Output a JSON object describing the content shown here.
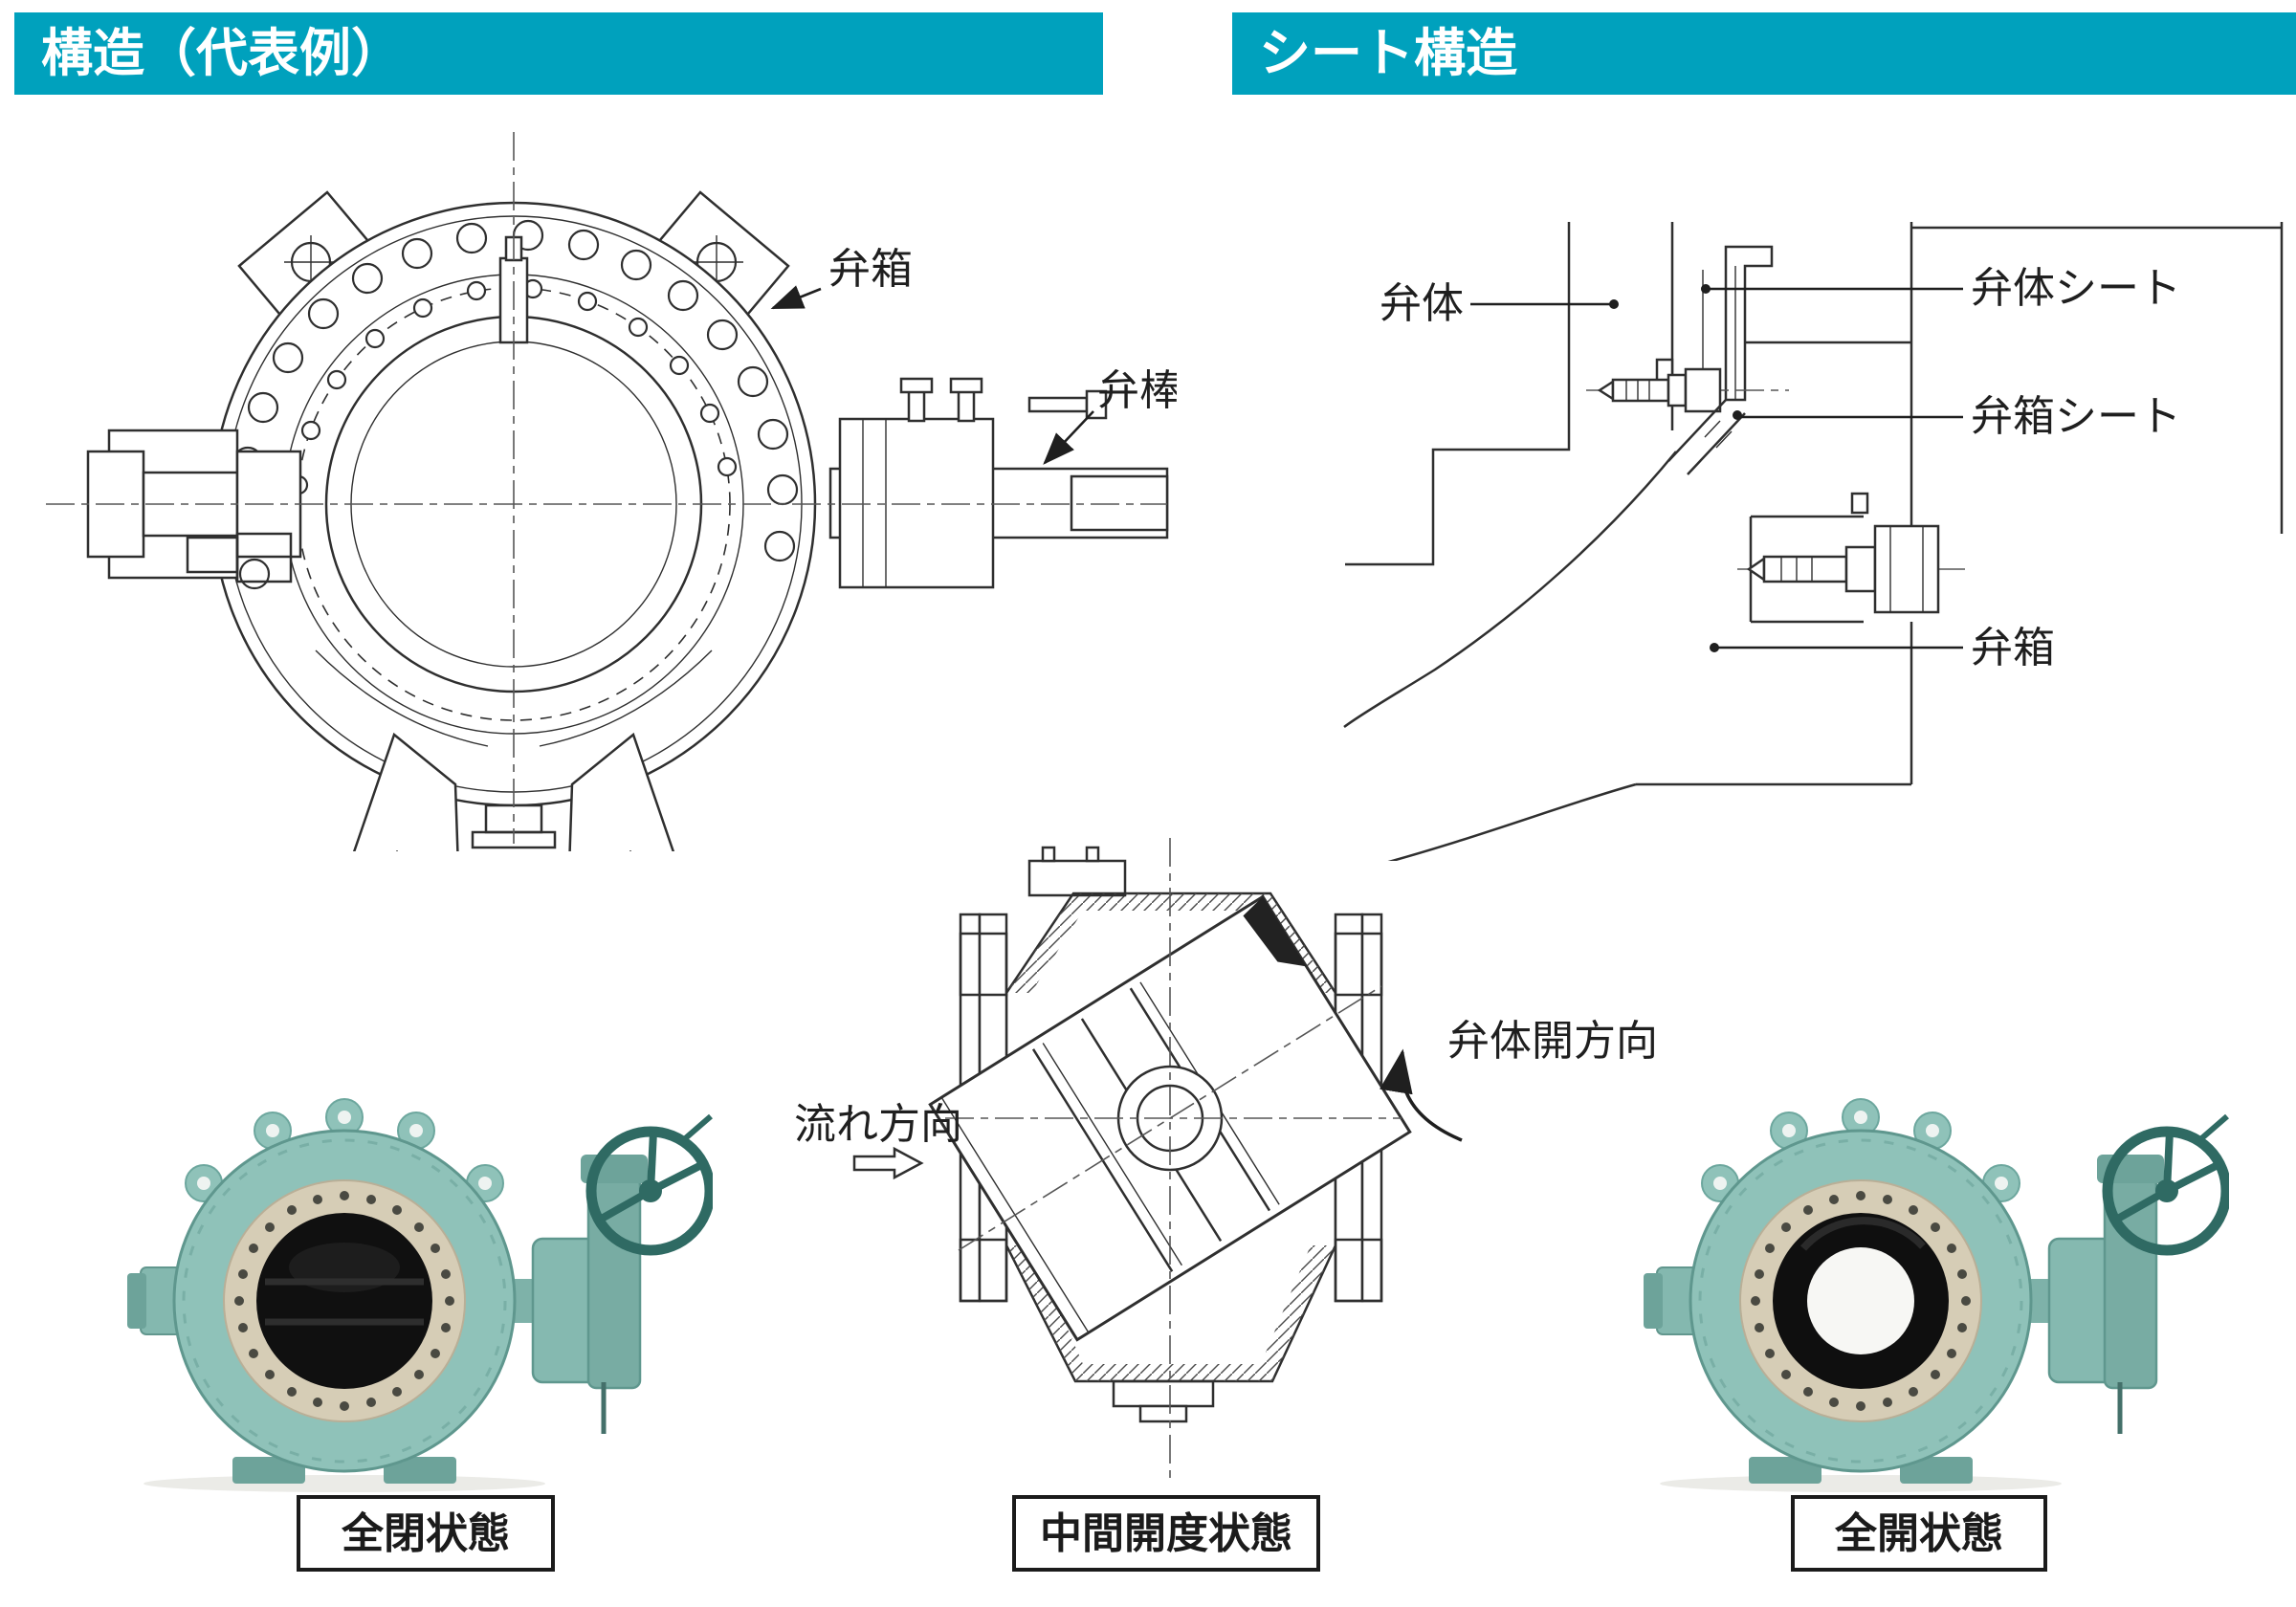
{
  "colors": {
    "header_teal": "#00a1bd",
    "line": "#2f2f2f",
    "valve_body_teal": "#8fc2b9",
    "valve_body_dark_teal": "#5f978e",
    "handwheel_teal": "#2f6a63",
    "flange_cream": "#d6cdb6",
    "disc_black": "#101010",
    "caption_border": "#1b1b1b"
  },
  "header_left": {
    "title": "構造（代表例）"
  },
  "header_right": {
    "title": "シート構造"
  },
  "structure": {
    "label_body": "弁箱",
    "label_stem": "弁棒"
  },
  "seat": {
    "label_disc": "弁体",
    "label_disc_seat": "弁体シート",
    "label_body_seat": "弁箱シート",
    "label_body": "弁箱"
  },
  "flow": {
    "label_flow": "流れ方向",
    "label_open": "弁体開方向"
  },
  "captions": {
    "closed": "全閉状態",
    "intermediate": "中間開度状態",
    "open": "全開状態"
  }
}
